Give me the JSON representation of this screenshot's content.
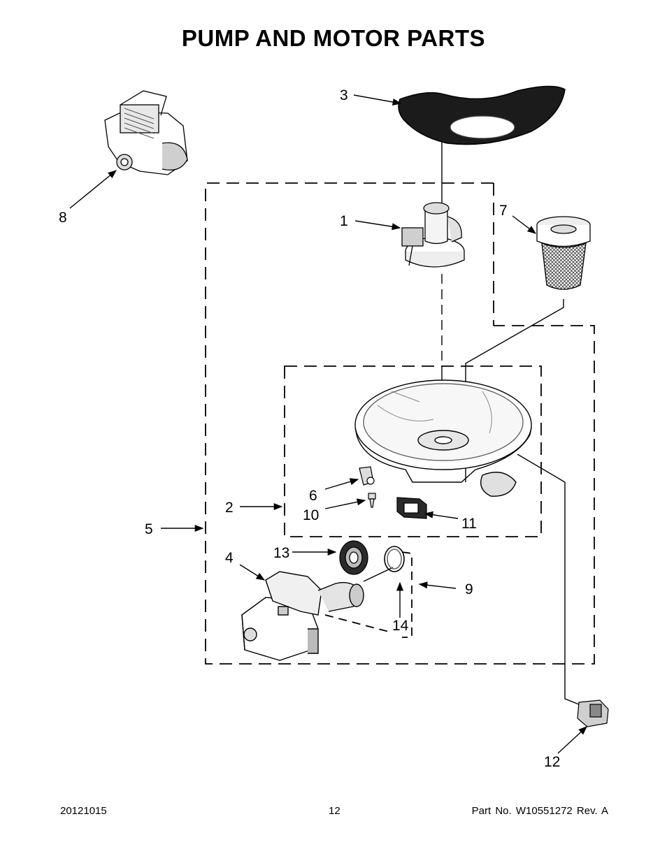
{
  "page": {
    "title": "PUMP AND MOTOR PARTS"
  },
  "callouts": [
    {
      "id": "c1",
      "label": "1"
    },
    {
      "id": "c2",
      "label": "2"
    },
    {
      "id": "c3",
      "label": "3"
    },
    {
      "id": "c4",
      "label": "4"
    },
    {
      "id": "c5",
      "label": "5"
    },
    {
      "id": "c6",
      "label": "6"
    },
    {
      "id": "c7",
      "label": "7"
    },
    {
      "id": "c8",
      "label": "8"
    },
    {
      "id": "c9",
      "label": "9"
    },
    {
      "id": "c10",
      "label": "10"
    },
    {
      "id": "c11",
      "label": "11"
    },
    {
      "id": "c12",
      "label": "12"
    },
    {
      "id": "c13",
      "label": "13"
    },
    {
      "id": "c14",
      "label": "14"
    }
  ],
  "footer": {
    "date": "20121015",
    "page_number": "12",
    "part_number": "Part No.  W10551272  Rev.  A"
  }
}
